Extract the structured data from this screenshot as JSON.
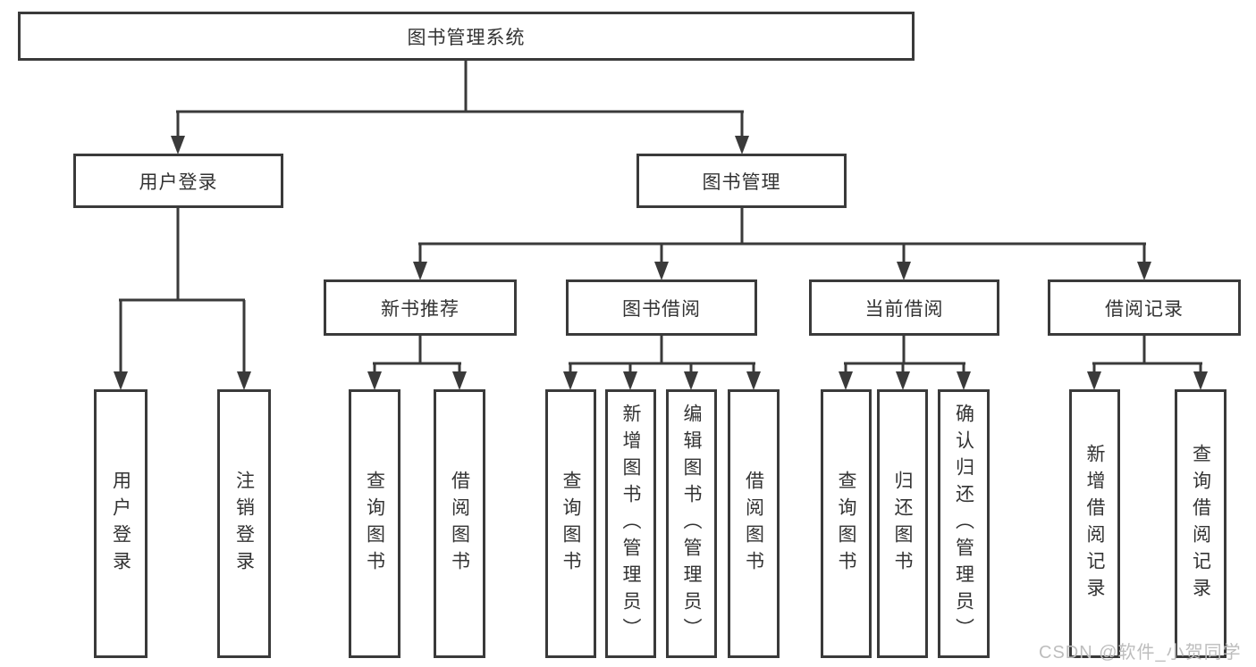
{
  "diagram": {
    "root": "图书管理系统",
    "branches": [
      {
        "label": "用户登录",
        "children": [
          "用户登录",
          "注销登录"
        ]
      },
      {
        "label": "图书管理",
        "groups": [
          {
            "label": "新书推荐",
            "children": [
              "查询图书",
              "借阅图书"
            ]
          },
          {
            "label": "图书借阅",
            "children": [
              "查询图书",
              "新增图书（管理员）",
              "编辑图书（管理员）",
              "借阅图书"
            ]
          },
          {
            "label": "当前借阅",
            "children": [
              "查询图书",
              "归还图书",
              "确认归还（管理员）"
            ]
          },
          {
            "label": "借阅记录",
            "children": [
              "新增借阅记录",
              "查询借阅记录"
            ]
          }
        ]
      }
    ]
  },
  "watermark": "CSDN @软件_小贺同学",
  "colors": {
    "line": "#3a3a3a",
    "text": "#333333",
    "watermark": "#bdbdbd",
    "background": "#ffffff"
  }
}
